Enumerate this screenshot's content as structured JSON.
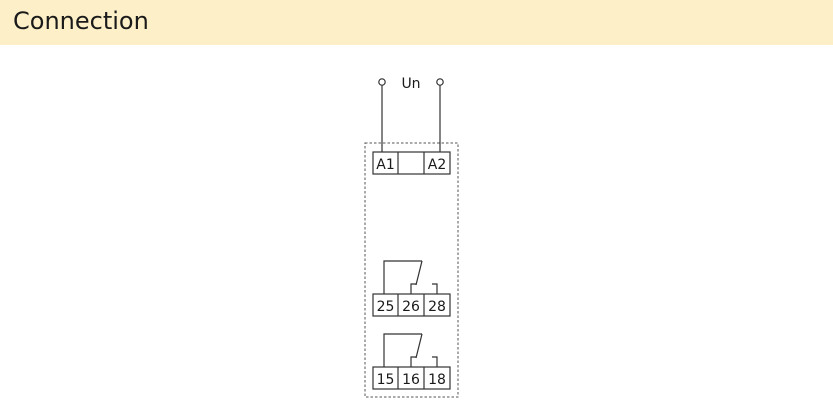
{
  "header": {
    "title": "Connection"
  },
  "diagram": {
    "supply_label": "Un",
    "coil_terminals": {
      "left": "A1",
      "right": "A2"
    },
    "contact_groups": [
      {
        "common": "25",
        "nc": "26",
        "no": "28"
      },
      {
        "common": "15",
        "nc": "16",
        "no": "18"
      }
    ],
    "colors": {
      "header_background": "#fdf0c8",
      "line": "#333333"
    }
  }
}
